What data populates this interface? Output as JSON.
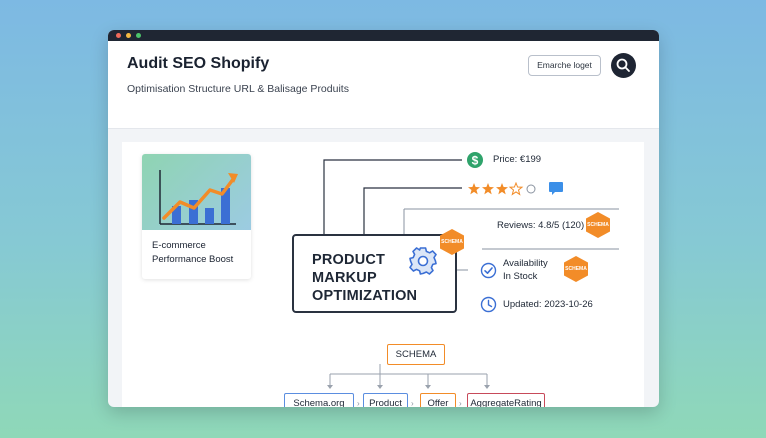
{
  "window": {
    "title": "Audit SEO Shopify",
    "subtitle": "Optimisation Structure URL & Balisage Produits"
  },
  "header": {
    "search_label": "Emarche loget"
  },
  "card": {
    "caption": "E-commerce Performance Boost"
  },
  "diagram": {
    "center_title": "PRODUCT MARKUP OPTIMIZATION",
    "price": "Price: €199",
    "rating_stars": 3,
    "rating_max": 5,
    "reviews": "Reviews: 4.8/5 (120)",
    "availability": "Availability",
    "in_stock": "In Stock",
    "updated": "Updated: 2023-10-26",
    "badge": "SCHEMA",
    "root": "SCHEMA",
    "children": [
      "Schema.org",
      "Product",
      "Offer",
      "AggregateRating"
    ]
  },
  "colors": {
    "accent_orange": "#f28c28",
    "accent_blue": "#5b8ee0",
    "star_orange": "#f28c28",
    "dark": "#1e2533",
    "green_dollar": "#2fa36b"
  }
}
